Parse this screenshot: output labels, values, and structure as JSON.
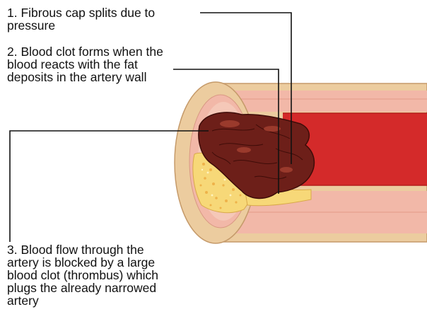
{
  "labels": {
    "step1": {
      "line1": "1. Fibrous cap splits due to",
      "line2": "pressure"
    },
    "step2": {
      "line1": "2. Blood clot forms when the",
      "line2": "blood reacts with the fat",
      "line3": "deposits in the artery wall"
    },
    "step3": {
      "line1": "3. Blood flow through the",
      "line2": "artery is blocked by a large",
      "line3": "blood clot (thrombus) which",
      "line4": "plugs the already narrowed",
      "line5": "artery"
    }
  },
  "colors": {
    "outer_wall": "#eccc9f",
    "wall_pink": "#f2b8a8",
    "lumen_red": "#d42a2a",
    "plaque_yellow": "#f7d878",
    "clot_dark": "#6d1f19",
    "leader_line": "#111111"
  }
}
